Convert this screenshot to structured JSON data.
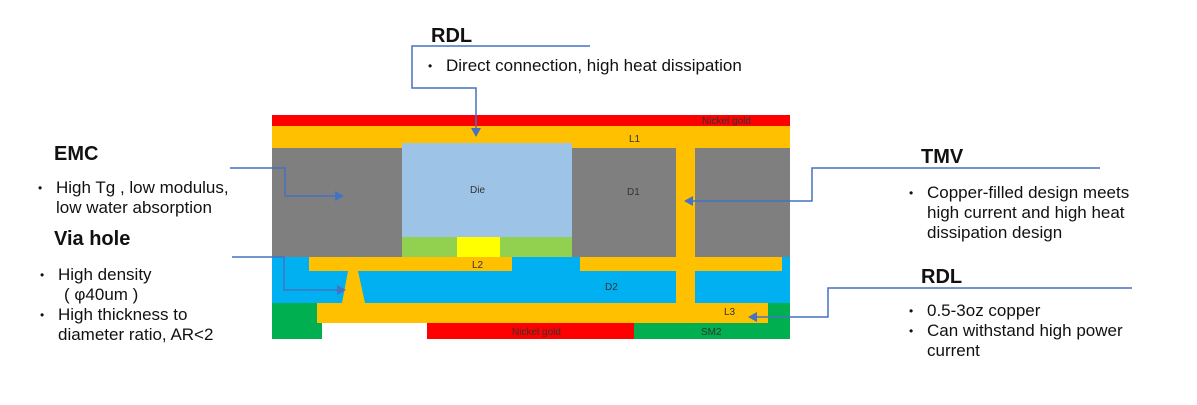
{
  "layers": {
    "top_finish": "Nickel gold",
    "l1": "L1",
    "die": "Die",
    "d1": "D1",
    "l2": "L2",
    "d2": "D2",
    "l3": "L3",
    "bottom_finish": "Nickel gold",
    "sm2": "SM2"
  },
  "callouts": {
    "rdl_top": {
      "title": "RDL",
      "lines": [
        "Direct connection, high heat dissipation"
      ]
    },
    "emc": {
      "title": "EMC",
      "lines": [
        "High Tg , low modulus,",
        "low water absorption"
      ]
    },
    "via": {
      "title": "Via hole",
      "lines": [
        "High density",
        "( φ40um )",
        "High thickness to",
        "diameter ratio, AR<2"
      ]
    },
    "tmv": {
      "title": "TMV",
      "lines": [
        "Copper-filled design meets",
        "high current and high heat",
        "dissipation design"
      ]
    },
    "rdl_bottom": {
      "title": "RDL",
      "lines": [
        "0.5-3oz copper",
        "Can withstand high power",
        "current"
      ]
    }
  },
  "colors": {
    "copper": "#ffc000",
    "nickel_gold": "#ff0000",
    "emc": "#7f7f7f",
    "die": "#9dc3e6",
    "die_attach": "#92d050",
    "die_pad": "#ffff00",
    "dielectric": "#00b0f0",
    "solder_mask": "#00b050",
    "callout_line": "#4472c4"
  }
}
